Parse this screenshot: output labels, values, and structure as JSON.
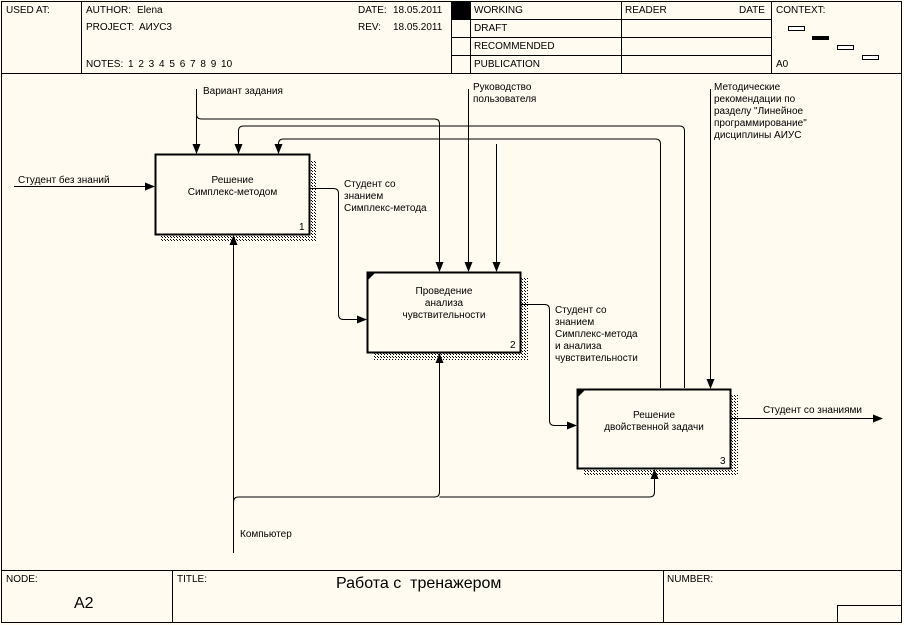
{
  "header": {
    "used_at_label": "USED AT:",
    "author_label": "AUTHOR:",
    "author": "Elena",
    "project_label": "PROJECT:",
    "project": "АИУС3",
    "date_label": "DATE:",
    "date": "18.05.2011",
    "rev_label": "REV:",
    "rev": "18.05.2011",
    "notes_label": "NOTES:",
    "notes": "1 2 3 4 5 6 7 8 9 10",
    "status": [
      "WORKING",
      "DRAFT",
      "RECOMMENDED",
      "PUBLICATION"
    ],
    "reader_label": "READER",
    "reader_date_label": "DATE",
    "context_label": "CONTEXT:",
    "context_node": "A0"
  },
  "diagram": {
    "boxes": [
      {
        "label": "Решение\nСимплекс-методом",
        "number": "1"
      },
      {
        "label": "Проведение\nанализа\nчувствительности",
        "number": "2"
      },
      {
        "label": "Решение\nдвойственной задачи",
        "number": "3"
      }
    ],
    "arrows": {
      "input_student": "Студент без знаний",
      "control_variant": "Вариант задания",
      "control_guide": "Руководство\nпользователя",
      "control_method": "Методические\nрекомендации по\nразделу \"Линейное\nпрограммирование\"\nдисциплины АИУС",
      "out1": "Студент со\nзнанием\nСимплекс-метода",
      "out2": "Студент со\nзнанием\nСимплекс-метода\nи анализа\nчувствительности",
      "out3": "Студент со знаниями",
      "mechanism": "Компьютер"
    }
  },
  "footer": {
    "node_label": "NODE:",
    "node": "A2",
    "title_label": "TITLE:",
    "title": "Работа с  тренажером",
    "number_label": "NUMBER:"
  }
}
